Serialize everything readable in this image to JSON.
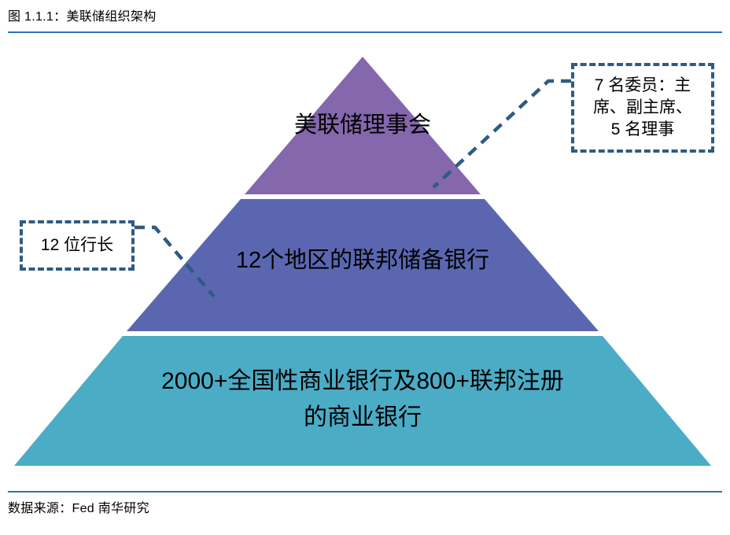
{
  "figure": {
    "title": "图 1.1.1：美联储组织架构",
    "source": "数据来源：Fed  南华研究"
  },
  "pyramid": {
    "tiers": [
      {
        "id": "board",
        "label": "美联储理事会",
        "color": "#8467AD"
      },
      {
        "id": "regional-banks",
        "label": "12个地区的联邦储备银行",
        "color": "#5A67B0"
      },
      {
        "id": "member-banks",
        "label": "2000+全国性商业银行及800+联邦注册\n的商业银行",
        "color": "#4BACC6"
      }
    ]
  },
  "callouts": [
    {
      "id": "board-members",
      "text": "7 名委员：主\n席、副主席、\n5 名理事",
      "points_to": "美联储理事会"
    },
    {
      "id": "governors",
      "text": "12 位行长",
      "points_to": "12个地区的联邦储备银行"
    }
  ],
  "colors": {
    "tier_top": "#8467AD",
    "tier_middle": "#5A67B0",
    "tier_bottom": "#4BACC6",
    "dash": "#2F5B82",
    "rule": "#2E74B5",
    "text": "#000000"
  }
}
